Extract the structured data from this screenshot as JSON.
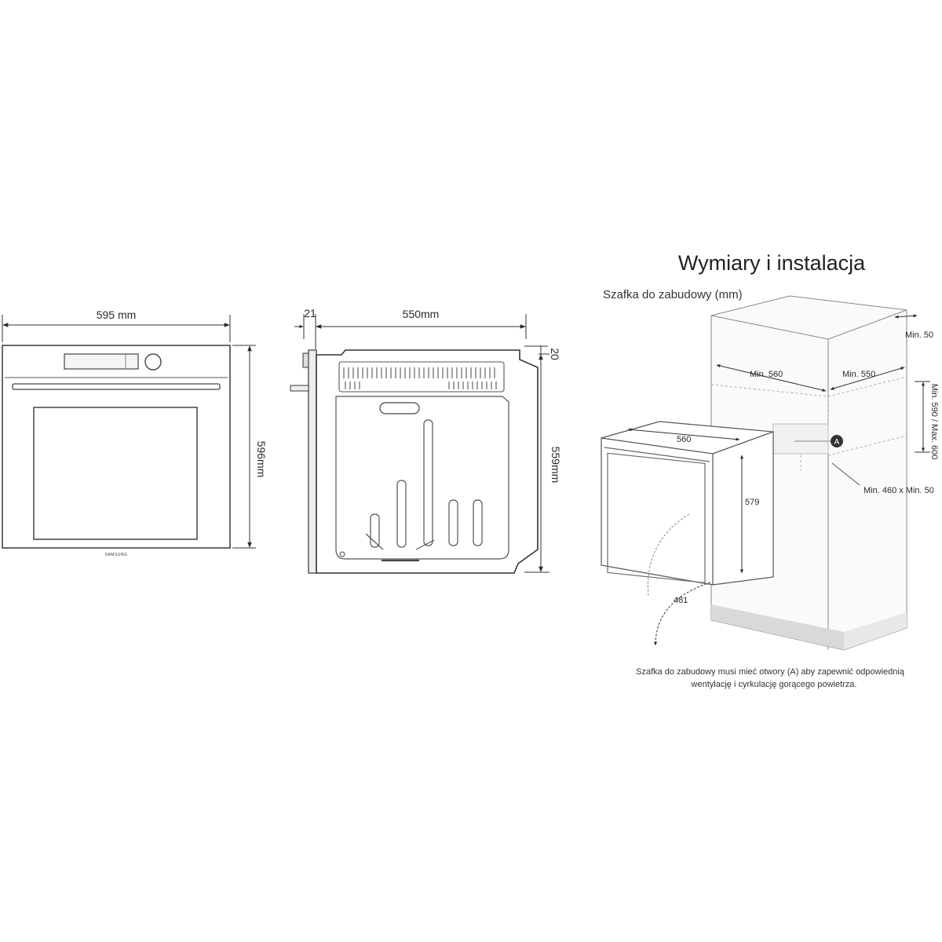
{
  "front_view": {
    "width_label": "595 mm",
    "height_label": "596mm",
    "brand": "SAMSUNG"
  },
  "side_view": {
    "door_label": "21",
    "depth_label": "550mm",
    "top_label": "20",
    "height_label": "559mm"
  },
  "installation": {
    "title": "Wymiary i instalacja",
    "subtitle": "Szafka do zabudowy (mm)",
    "labels": {
      "min50_top": "Min. 50",
      "min560": "Min. 560",
      "min550": "Min. 550",
      "min590_max600": "Min. 590 / Max. 600",
      "d560": "560",
      "d579": "579",
      "d481": "481",
      "vent_a": "A",
      "min460_min50": "Min. 460 x Min. 50"
    },
    "note_line1": "Szafka do zabudowy musi mieć otwory (A) aby zapewnić odpowiednią",
    "note_line2": "wentylację i cyrkulację gorącego powietrza."
  }
}
